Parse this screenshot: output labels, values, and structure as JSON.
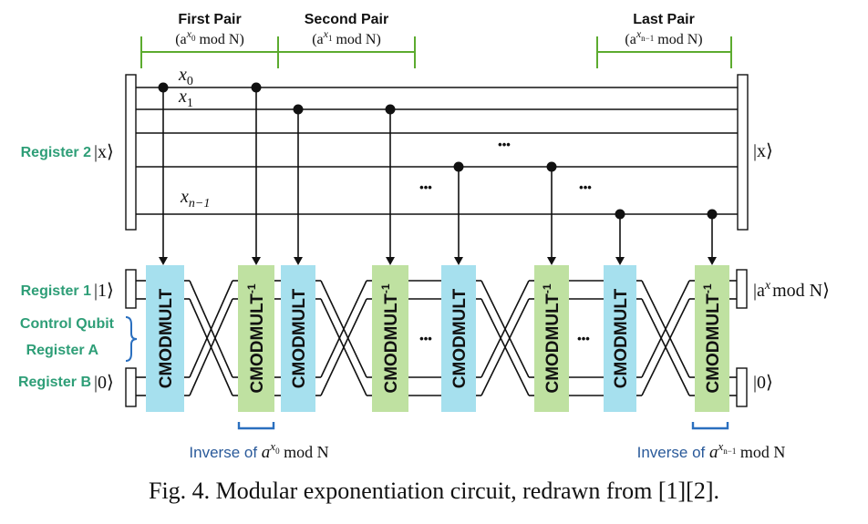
{
  "colors": {
    "teal_label": "#2e9e77",
    "blue_brace": "#2a6fbf",
    "green_bracket": "#5cab2f",
    "gate_cyan": "#a6e0ee",
    "gate_green": "#bfe1a1",
    "wire": "#111111",
    "inverse_text": "#2a5a9a"
  },
  "pairs": {
    "first": {
      "title": "First Pair",
      "sub_base": "(a",
      "sub_sup": "x",
      "sub_sub": "0",
      "sub_tail": " mod N)"
    },
    "second": {
      "title": "Second Pair",
      "sub_base": "(a",
      "sub_sup": "x",
      "sub_sub": "1",
      "sub_tail": " mod N)"
    },
    "last": {
      "title": "Last Pair",
      "sub_base": "(a",
      "sub_sup": "x",
      "sub_sub": "n−1",
      "sub_tail": " mod N)"
    }
  },
  "register2": {
    "label": "Register 2",
    "ket_in": "|x⟩",
    "ket_out": "|x⟩",
    "qubit_x0_base": "x",
    "qubit_x0_sub": "0",
    "qubit_x1_base": "x",
    "qubit_x1_sub": "1",
    "qubit_xn_base": "x",
    "qubit_xn_sub": "n−1"
  },
  "register1": {
    "label": "Register 1",
    "ket_in": "|1⟩",
    "ket_out_pre": "|a",
    "ket_out_sup": "x",
    "ket_out_post": "mod N⟩"
  },
  "control": {
    "line1": "Control Qubit",
    "line2": "Register A"
  },
  "registerB": {
    "label": "Register B",
    "ket_in": "|0⟩",
    "ket_out": "|0⟩"
  },
  "gates": {
    "cmodmult": "CMODMULT",
    "cmodmult_inv": "CMODMULT",
    "inv_sup": "-1"
  },
  "ellipsis": "•••",
  "inverse_labels": {
    "first": {
      "text": "Inverse of ",
      "base": "a",
      "sup": "x",
      "sub": "0",
      "tail": " mod N"
    },
    "last": {
      "text": "Inverse of ",
      "base": "a",
      "sup": "x",
      "sub": "n−1",
      "tail": " mod N"
    }
  },
  "caption": "Fig. 4. Modular exponentiation circuit, redrawn from [1][2]."
}
